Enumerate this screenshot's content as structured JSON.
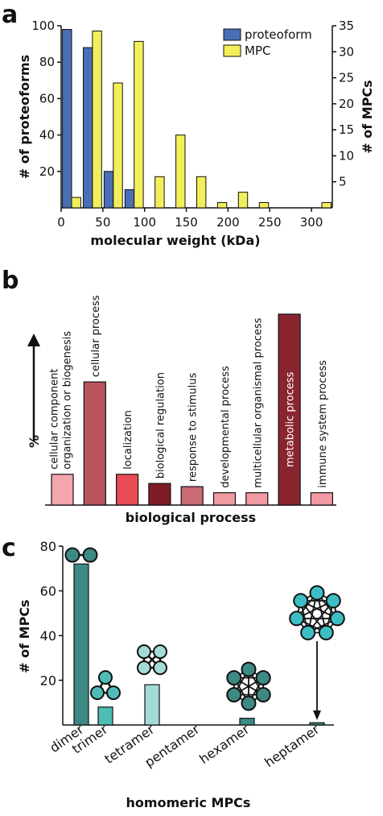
{
  "chart_data": [
    {
      "type": "bar",
      "panel_label": "a",
      "xlabel": "molecular weight (kDa)",
      "ylabel": "# of proteoforms",
      "ylabel_right": "# of MPCs",
      "xlim": [
        0,
        325
      ],
      "ylim": [
        0,
        100
      ],
      "ylim_right": [
        0,
        35
      ],
      "xticks": [
        "0",
        "50",
        "100",
        "150",
        "200",
        "250",
        "300"
      ],
      "yticks": [
        "20",
        "40",
        "60",
        "80",
        "100"
      ],
      "yticks_right": [
        "5",
        "10",
        "15",
        "20",
        "25",
        "30",
        "35"
      ],
      "series": [
        {
          "name": "proteoform",
          "axis": "left",
          "color": "#4a6fb5",
          "x": [
            12.5,
            37.5,
            62.5,
            87.5
          ],
          "values": [
            98,
            88,
            20,
            10
          ]
        },
        {
          "name": "MPC",
          "axis": "right",
          "color": "#f3ef5a",
          "x": [
            12.5,
            37.5,
            62.5,
            87.5,
            112.5,
            137.5,
            162.5,
            187.5,
            212.5,
            237.5,
            262.5,
            287.5,
            312.5
          ],
          "values": [
            2,
            34,
            24,
            32,
            6,
            14,
            6,
            1,
            3,
            1,
            0,
            0,
            1
          ]
        }
      ],
      "legend_position": "top-right"
    },
    {
      "type": "bar",
      "panel_label": "b",
      "xlabel": "biological process",
      "ylabel": "%",
      "categories": [
        "cellular component organization or biogenesis",
        "cellular process",
        "localization",
        "biological regulation",
        "response to stimulus",
        "developmental process",
        "multicellular organismal process",
        "metabolic process",
        "immune system process"
      ],
      "label_lines": [
        [
          "cellular component",
          "organization or biogenesis"
        ],
        [
          "cellular process"
        ],
        [
          "localization"
        ],
        [
          "biological regulation"
        ],
        [
          "response to stimulus"
        ],
        [
          "developmental process"
        ],
        [
          "multicellular organismal process"
        ],
        [
          "metabolic process"
        ],
        [
          "immune system process"
        ]
      ],
      "values": [
        10,
        40,
        10,
        7,
        6,
        4,
        4,
        62,
        4
      ],
      "colors": [
        "#f2a6ae",
        "#b9545d",
        "#e94b55",
        "#7e1d27",
        "#c96b73",
        "#f29aa3",
        "#f29aa3",
        "#8a2530",
        "#f29aa3"
      ]
    },
    {
      "type": "bar",
      "panel_label": "c",
      "xlabel": "homomeric MPCs",
      "ylabel": "# of MPCs",
      "ylim": [
        0,
        80
      ],
      "yticks": [
        "20",
        "40",
        "60",
        "80"
      ],
      "categories": [
        "dimer",
        "trimer",
        "tetramer",
        "pentamer",
        "hexamer",
        "heptamer"
      ],
      "values": [
        72,
        8,
        18,
        0,
        3,
        1
      ],
      "colors": [
        "#3d8a85",
        "#4fbcb6",
        "#a4dad8",
        "#3d8a85",
        "#3d8a85",
        "#3d8a85"
      ],
      "icons": [
        "dimer-icon",
        "trimer-icon",
        "tetramer-icon",
        "hexamer-icon",
        "heptamer-icon"
      ]
    }
  ]
}
